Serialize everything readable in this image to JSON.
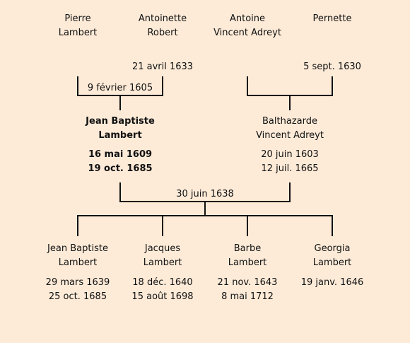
{
  "grandparents": [
    {
      "first": "Pierre",
      "last": "Lambert"
    },
    {
      "first": "Antoinette",
      "last": "Robert"
    },
    {
      "first": "Antoine",
      "last": "Vincent Adreyt"
    },
    {
      "first": "Pernette",
      "last": ""
    }
  ],
  "grandparent_dates": {
    "antoinette_robert": "21 avril 1633",
    "pernette": "5 sept. 1630"
  },
  "paternal_marriage": "9 février 1605",
  "father": {
    "first": "Jean Baptiste",
    "last": "Lambert",
    "birth": "16 mai 1609",
    "death": "19 oct. 1685"
  },
  "mother": {
    "first": "Balthazarde",
    "last": "Vincent Adreyt",
    "birth": "20 juin 1603",
    "death": "12 juil. 1665"
  },
  "parents_marriage": "30 juin 1638",
  "children": [
    {
      "first": "Jean Baptiste",
      "last": "Lambert",
      "birth": "29 mars 1639",
      "death": "25 oct. 1685"
    },
    {
      "first": "Jacques",
      "last": "Lambert",
      "birth": "18 déc. 1640",
      "death": "15 août 1698"
    },
    {
      "first": "Barbe",
      "last": "Lambert",
      "birth": "21 nov. 1643",
      "death": "8 mai 1712"
    },
    {
      "first": "Georgia",
      "last": "Lambert",
      "birth": "19 janv. 1646",
      "death": ""
    }
  ]
}
